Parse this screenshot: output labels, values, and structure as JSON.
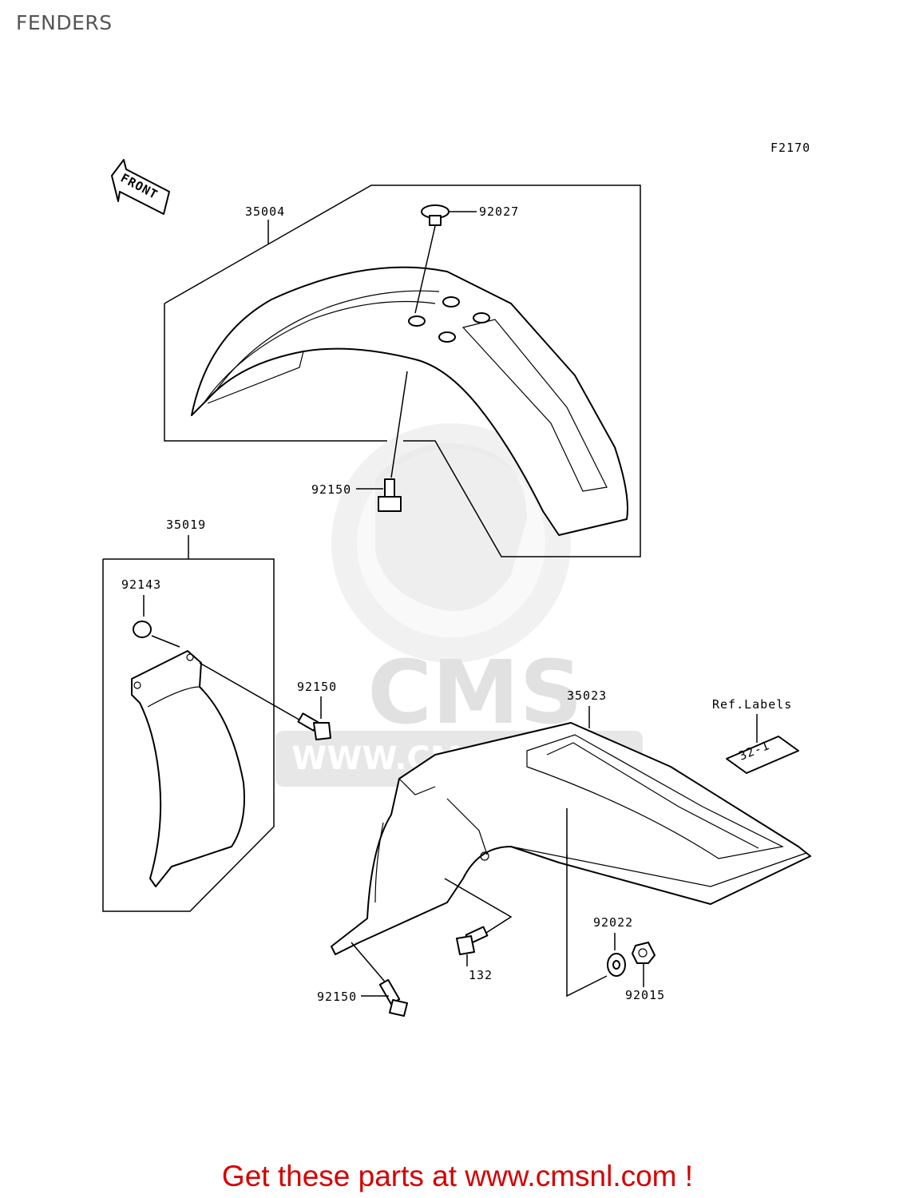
{
  "page": {
    "title": "FENDERS",
    "figure_code": "F2170"
  },
  "direction_marker": {
    "label": "FRONT"
  },
  "parts": {
    "front_fender": "35004",
    "front_fender_grommet": "92027",
    "front_fender_bolt": "92150",
    "fork_guard_set": "35019",
    "fork_guard_grommet": "92143",
    "fork_guard_bolt": "92150",
    "rear_fender": "35023",
    "rear_fender_lower_bolt": "92150",
    "rear_fender_bolt": "132",
    "washer": "92022",
    "nut": "92015"
  },
  "ref_labels": {
    "title": "Ref.Labels",
    "label_code": "32-1"
  },
  "watermark": {
    "brand": "CMS",
    "site": "WWW.CMSNL.COM"
  },
  "footer": {
    "text": "Get these parts at www.cmsnl.com !"
  },
  "colors": {
    "footer_link": "#d50000",
    "title_text": "#555555",
    "watermark": "#e6e6e6"
  }
}
